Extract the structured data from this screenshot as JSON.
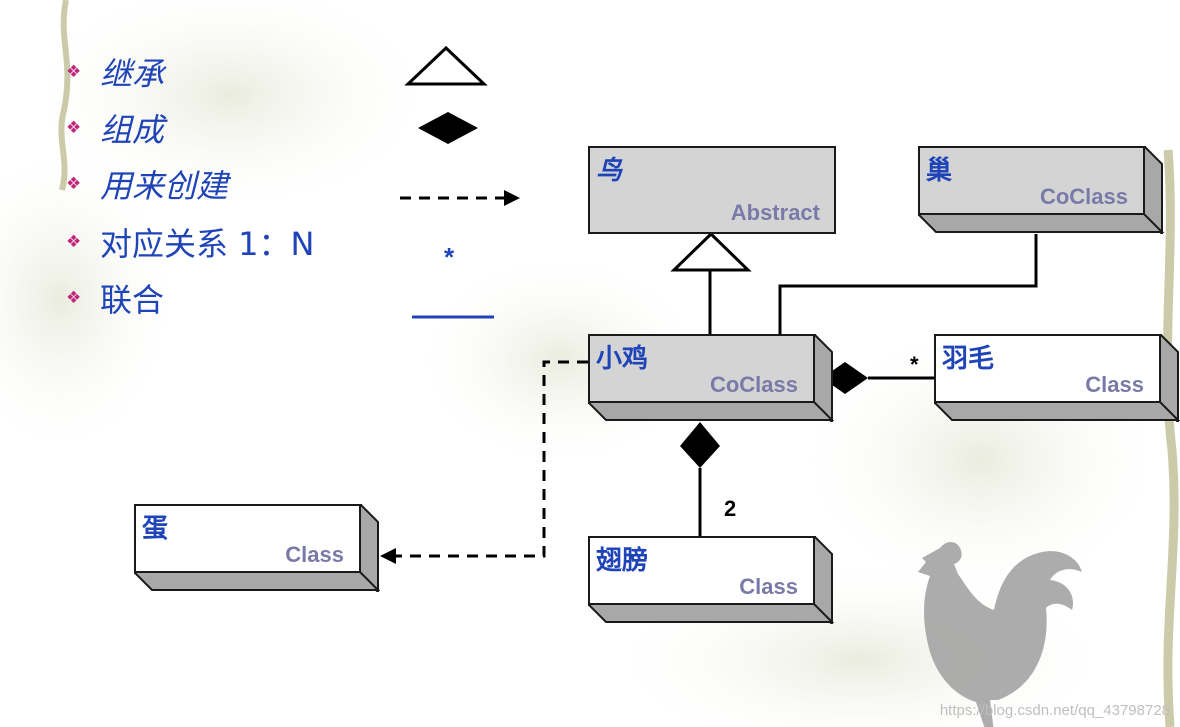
{
  "legend": {
    "items": [
      {
        "label": "继承",
        "italic": true,
        "symbol": "hollow-triangle"
      },
      {
        "label": "组成",
        "italic": true,
        "symbol": "filled-diamond"
      },
      {
        "label": "用来创建",
        "italic": true,
        "symbol": "dashed-arrow"
      },
      {
        "label": "对应关系 1：N",
        "italic": false,
        "symbol": "asterisk",
        "symbol_text": "*"
      },
      {
        "label": "联合",
        "italic": false,
        "symbol": "solid-line"
      }
    ]
  },
  "classes": {
    "bird": {
      "name": "鸟",
      "stereotype": "Abstract"
    },
    "nest": {
      "name": "巢",
      "stereotype": "CoClass"
    },
    "chick": {
      "name": "小鸡",
      "stereotype": "CoClass"
    },
    "feather": {
      "name": "羽毛",
      "stereotype": "Class"
    },
    "wing": {
      "name": "翅膀",
      "stereotype": "Class"
    },
    "egg": {
      "name": "蛋",
      "stereotype": "Class"
    }
  },
  "multiplicities": {
    "feather": "*",
    "wing": "2"
  },
  "watermark": "https://blog.csdn.net/qq_43798728",
  "colors": {
    "legend_text": "#1f44b8",
    "bullet": "#c0277a",
    "stereotype_text": "#7a7aa8",
    "shaded_box": "#d4d4d4",
    "white_box": "#ffffff",
    "box_depth": "#a8a8a8"
  }
}
